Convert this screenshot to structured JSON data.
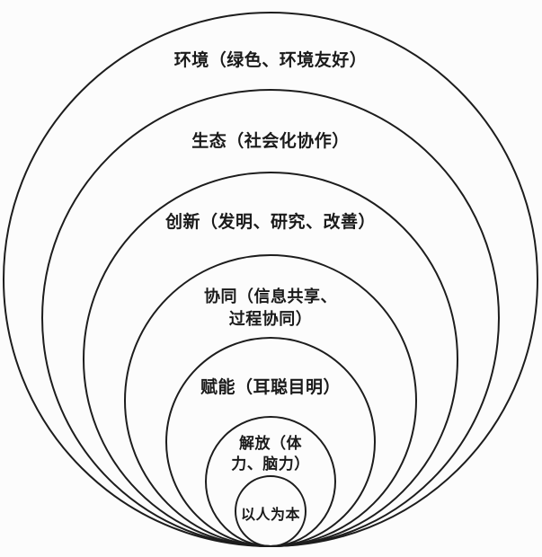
{
  "diagram": {
    "type": "nested-tangent-circles",
    "rings": [
      {
        "id": "environment",
        "label": "环境（绿色、环境友好）"
      },
      {
        "id": "ecosystem",
        "label": "生态（社会化协作）"
      },
      {
        "id": "innovation",
        "label": "创新（发明、研究、改善）"
      },
      {
        "id": "collaboration",
        "label": "协同（信息共享、\n过程协同）"
      },
      {
        "id": "empowerment",
        "label": "赋能（耳聪目明）"
      },
      {
        "id": "liberation",
        "label": "解放（体\n力、脑力）"
      },
      {
        "id": "people-first",
        "label": "以人为本"
      }
    ]
  },
  "colors": {
    "line": "#1d1d1d",
    "background": "#fcfcfc",
    "text": "#1a1a1a"
  }
}
